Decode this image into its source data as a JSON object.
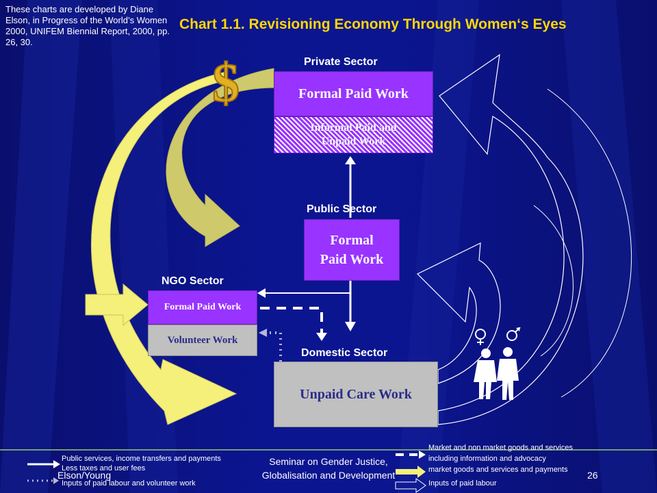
{
  "source_note": "These charts are developed by Diane Elson, in Progress of the World’s Women 2000, UNIFEM Biennial Report, 2000, pp. 26, 30.",
  "title": "Chart 1.1. Revisioning Economy Through Women‘s Eyes",
  "sectors": {
    "private": {
      "label": "Private Sector",
      "formal": "Formal Paid Work",
      "informal_line1": "Informal Paid and",
      "informal_line2": "Unpaid Work"
    },
    "public": {
      "label": "Public Sector",
      "formal_line1": "Formal",
      "formal_line2": "Paid Work"
    },
    "ngo": {
      "label": "NGO Sector",
      "formal": "Formal Paid Work",
      "volunteer": "Volunteer Work"
    },
    "domestic": {
      "label": "Domestic Sector",
      "care": "Unpaid Care Work"
    }
  },
  "legend": {
    "left": [
      {
        "style": "solid-arrow",
        "text": "Public services, income transfers and payments"
      },
      {
        "style": "solid-arrow",
        "text": "Less taxes and user fees"
      },
      {
        "style": "dotted-arrow",
        "text": "Inputs of paid labour and volunteer work"
      }
    ],
    "right": [
      {
        "style": "dashed-arrow",
        "text": "Market and non market goods and services"
      },
      {
        "style": "dashed-arrow",
        "text": "including information and advocacy"
      },
      {
        "style": "yellow-arrow",
        "text": "market goods and services and payments"
      },
      {
        "style": "hollow-arrow",
        "text": "Inputs of paid labour"
      }
    ]
  },
  "footer": {
    "author": "Elson/Young",
    "seminar_line1": "Seminar on Gender Justice,",
    "seminar_line2": "Globalisation and Development",
    "page": "26"
  },
  "icons": [
    "dollar-sign-icon",
    "female-male-figures-icon"
  ],
  "colors": {
    "purple": "#9933ff",
    "grey": "#c0c0c0",
    "yellow": "#f5f07a",
    "title": "#ffd700",
    "background": "#0b1590"
  }
}
